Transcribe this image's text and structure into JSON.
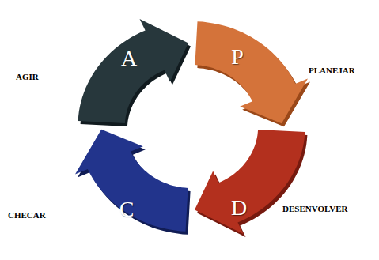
{
  "diagram": {
    "nodes": [
      {
        "text": [
          "A",
          "AGIR"
        ]
      },
      {
        "text": [
          "P",
          "PLANEJAR"
        ]
      },
      {
        "text": [
          "C",
          "CHECAR"
        ]
      },
      {
        "text": [
          "D",
          "DESENVOLVER"
        ]
      }
    ]
  }
}
